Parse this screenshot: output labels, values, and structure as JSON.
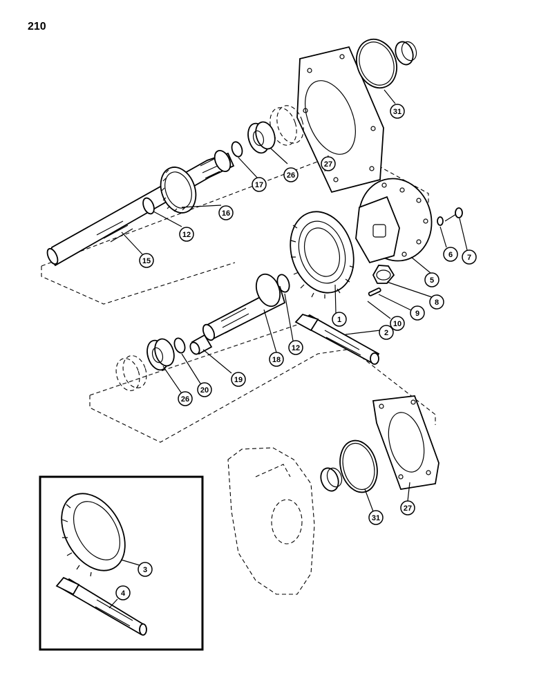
{
  "page": {
    "number": "210"
  },
  "callouts": [
    {
      "id": "c1",
      "label": "1"
    },
    {
      "id": "c2",
      "label": "2"
    },
    {
      "id": "c3",
      "label": "3"
    },
    {
      "id": "c4",
      "label": "4"
    },
    {
      "id": "c5",
      "label": "5"
    },
    {
      "id": "c6",
      "label": "6"
    },
    {
      "id": "c7",
      "label": "7"
    },
    {
      "id": "c8",
      "label": "8"
    },
    {
      "id": "c9",
      "label": "9"
    },
    {
      "id": "c10",
      "label": "10"
    },
    {
      "id": "c12a",
      "label": "12"
    },
    {
      "id": "c12b",
      "label": "12"
    },
    {
      "id": "c15",
      "label": "15"
    },
    {
      "id": "c16",
      "label": "16"
    },
    {
      "id": "c17",
      "label": "17"
    },
    {
      "id": "c18",
      "label": "18"
    },
    {
      "id": "c19",
      "label": "19"
    },
    {
      "id": "c20",
      "label": "20"
    },
    {
      "id": "c26a",
      "label": "26"
    },
    {
      "id": "c26b",
      "label": "26"
    },
    {
      "id": "c27a",
      "label": "27"
    },
    {
      "id": "c27b",
      "label": "27"
    },
    {
      "id": "c31a",
      "label": "31"
    },
    {
      "id": "c31b",
      "label": "31"
    }
  ]
}
